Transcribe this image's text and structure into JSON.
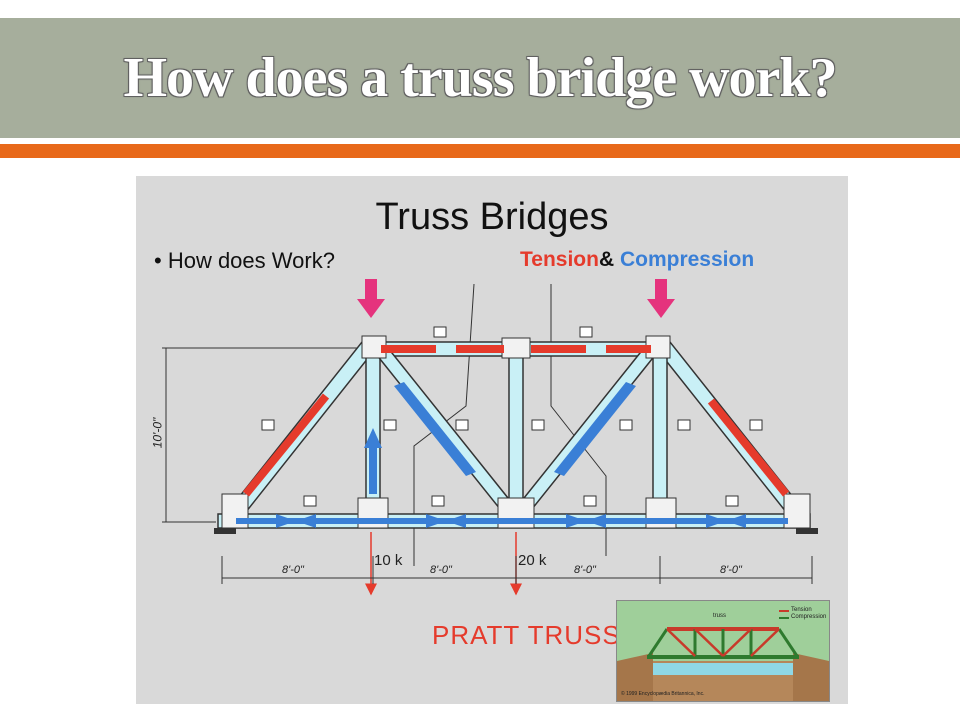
{
  "slide": {
    "title": "How does a truss bridge work?",
    "accent_color": "#e8691a",
    "title_bar_color": "#a6ae9c"
  },
  "figure": {
    "title": "Truss Bridges",
    "bullet": "How does Work?",
    "tension_label": "Tension",
    "amp": "&",
    "compression_label": " Compression",
    "tension_color": "#e53b2c",
    "compression_color": "#3a7fd6",
    "height_dim": "10'-0\"",
    "span_dims": [
      "8'-0\"",
      "8'-0\"",
      "8'-0\"",
      "8'-0\""
    ],
    "loads": [
      "10 k",
      "20 k"
    ],
    "caption": "PRATT TRUSS",
    "inset": {
      "label": "truss",
      "legend_tension": "Tension",
      "legend_compression": "Compression",
      "credit": "© 1999 Encyclopædia Britannica, Inc."
    }
  }
}
